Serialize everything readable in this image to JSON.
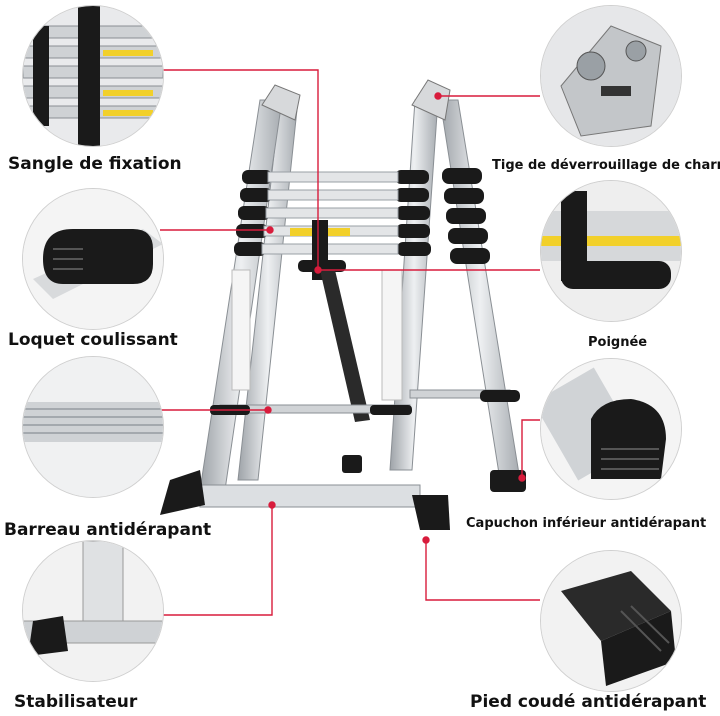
{
  "labels": {
    "strap": "Sangle de fixation",
    "hinge": "Tige de déverrouillage de charnière",
    "latch": "Loquet coulissant",
    "handle": "Poignée",
    "rung": "Barreau antidérapant",
    "cap": "Capuchon inférieur antidérapant",
    "stabilizer": "Stabilisateur",
    "foot": "Pied coudé antidérapant"
  },
  "colors": {
    "callout_line": "#d81c3c",
    "rubber": "#1a1a1a",
    "aluminium": "#c9cdd1",
    "warning_label": "#f2d02a"
  }
}
